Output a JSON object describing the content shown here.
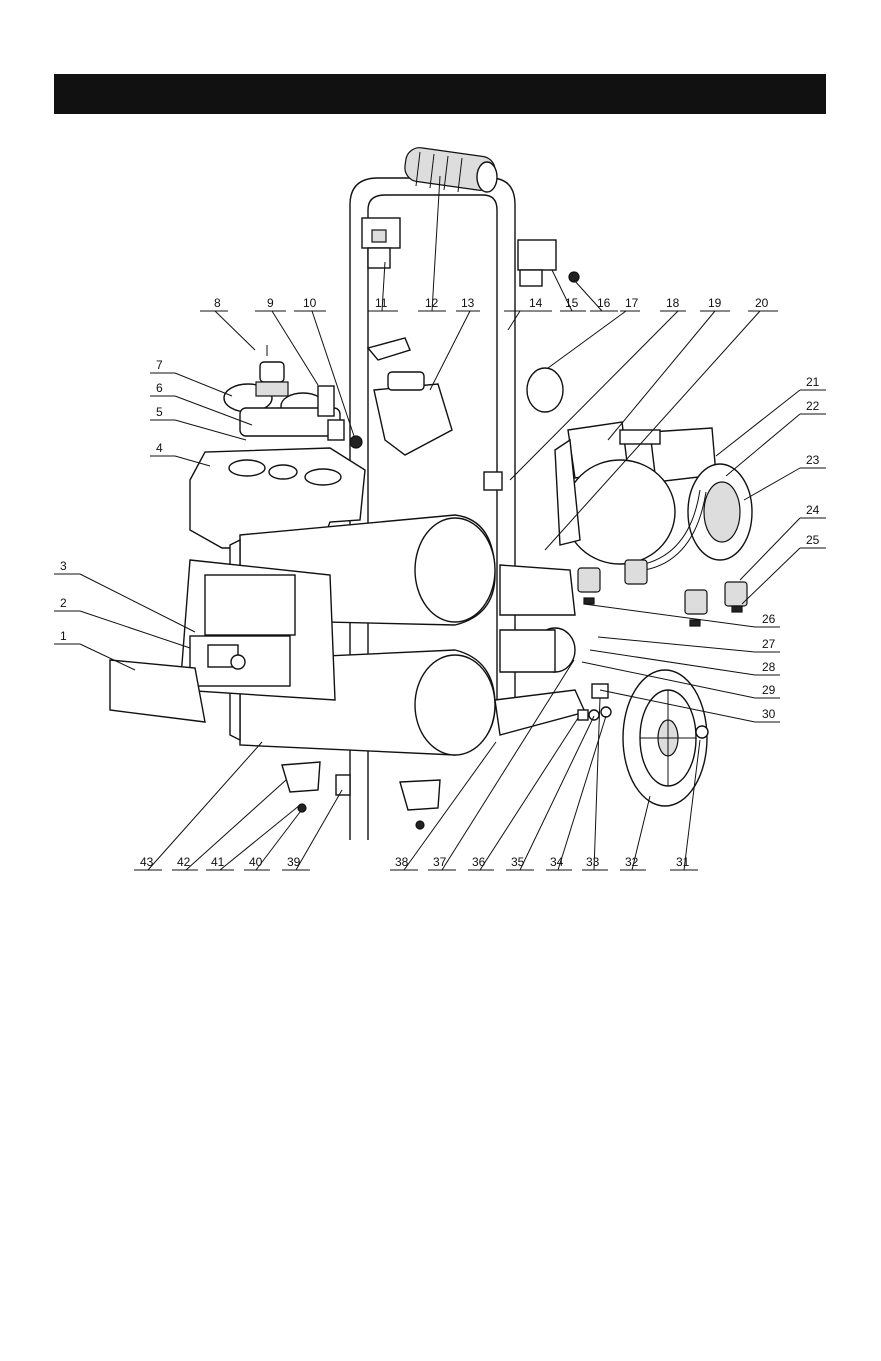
{
  "colors": {
    "title_bar": "#111111",
    "line": "#111111",
    "background": "#ffffff"
  },
  "diagram": {
    "callouts": [
      "1",
      "2",
      "3",
      "4",
      "5",
      "6",
      "7",
      "8",
      "9",
      "10",
      "11",
      "12",
      "13",
      "14",
      "15",
      "16",
      "17",
      "18",
      "19",
      "20",
      "21",
      "22",
      "23",
      "24",
      "25",
      "26",
      "27",
      "28",
      "29",
      "30",
      "31",
      "32",
      "33",
      "34",
      "35",
      "36",
      "37",
      "38",
      "39",
      "40",
      "41",
      "42",
      "43"
    ]
  }
}
